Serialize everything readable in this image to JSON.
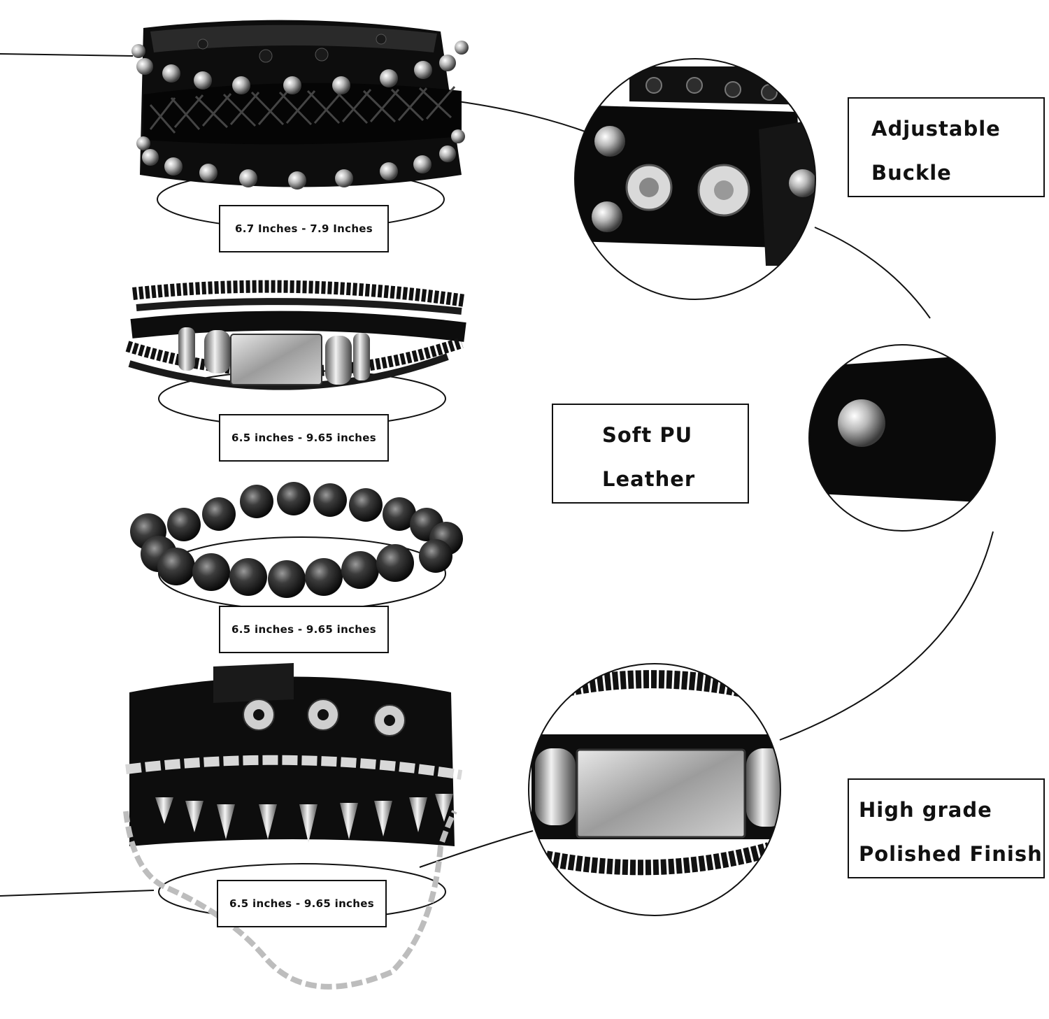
{
  "size_labels": {
    "bracelet_1": "6.7 Inches - 7.9 Inches",
    "bracelet_2": "6.5 inches - 9.65 inches",
    "bracelet_3": "6.5 inches - 9.65 inches",
    "bracelet_4": "6.5 inches - 9.65 inches"
  },
  "features": {
    "adjustable": {
      "line1": "Adjustable",
      "line2": "Buckle"
    },
    "leather": {
      "line1": "Soft PU",
      "line2": "Leather"
    },
    "finish": {
      "line1": "High grade",
      "line2": "Polished Finish"
    }
  },
  "colors": {
    "leather": "#0d0d0d",
    "steel": "#c9c9c9",
    "line": "#111111"
  }
}
